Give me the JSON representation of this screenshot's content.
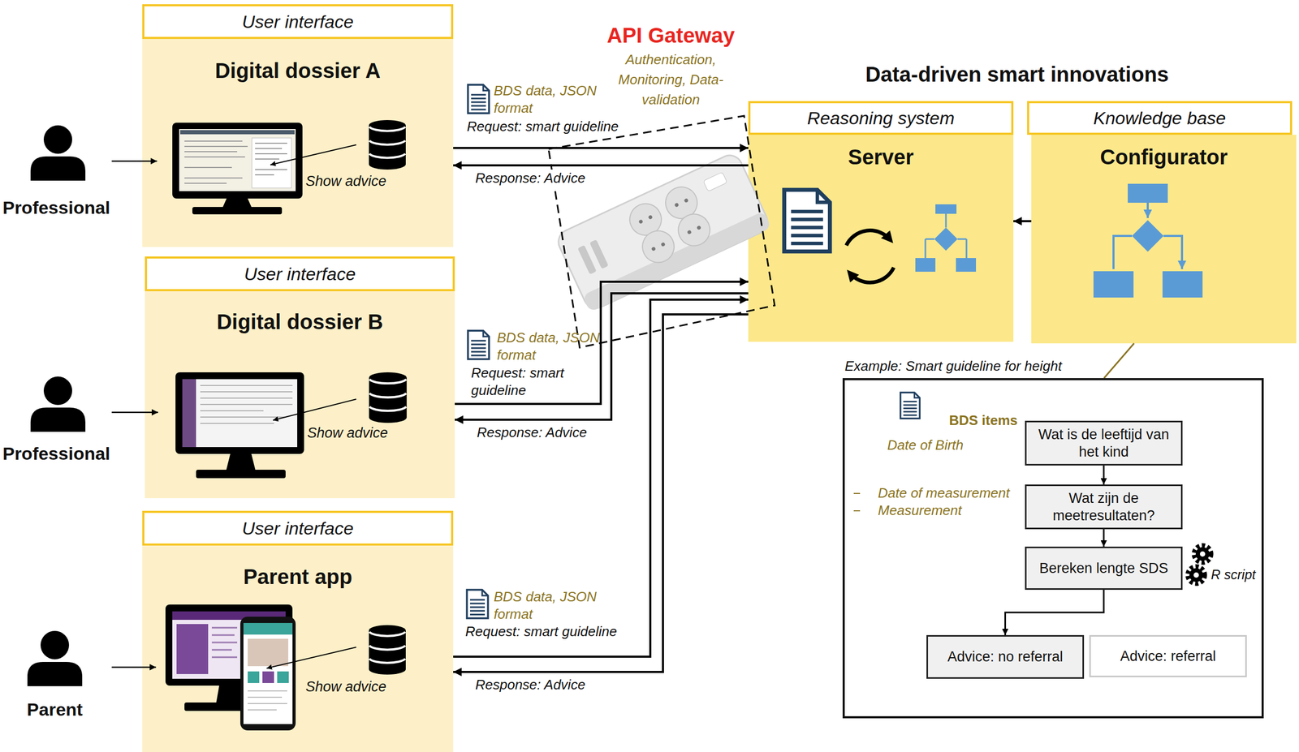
{
  "diagram": {
    "nodes": [
      {
        "text": [
          "User interface"
        ]
      },
      {
        "text": [
          "Digital dossier A"
        ]
      },
      {
        "text": [
          "User interface"
        ]
      },
      {
        "text": [
          "Digital dossier B"
        ]
      },
      {
        "text": [
          "User interface"
        ]
      },
      {
        "text": [
          "Parent app"
        ]
      },
      {
        "text": [
          "Reasoning system"
        ]
      },
      {
        "text": [
          "Server"
        ]
      },
      {
        "text": [
          "Knowledge base"
        ]
      },
      {
        "text": [
          "Configurator"
        ]
      },
      {
        "text": [
          "Example: Smart guideline for height"
        ]
      },
      {
        "text": [
          "Wat is de leeftijd van het kind"
        ],
        "in": 10
      },
      {
        "text": [
          "Wat zijn de meetresultaten?"
        ],
        "in": 10
      },
      {
        "text": [
          "Bereken lengte SDS"
        ],
        "in": 10
      },
      {
        "text": [
          "Advice: no referral"
        ],
        "in": 10
      },
      {
        "text": [
          "Advice: referral"
        ],
        "in": 10
      }
    ],
    "edges": [
      {
        "from": 1,
        "to": 7,
        "arrow": "to",
        "label": "Request: smart guideline"
      },
      {
        "from": 7,
        "to": 1,
        "arrow": "to",
        "label": "Response: Advice"
      },
      {
        "from": 3,
        "to": 7,
        "arrow": "to",
        "label": "Request: smart guideline"
      },
      {
        "from": 7,
        "to": 3,
        "arrow": "to",
        "label": "Response: Advice"
      },
      {
        "from": 5,
        "to": 7,
        "arrow": "to",
        "label": "Request: smart guideline"
      },
      {
        "from": 7,
        "to": 5,
        "arrow": "to",
        "label": "Response: Advice"
      },
      {
        "from": 9,
        "to": 7,
        "arrow": "to"
      },
      {
        "from": 9,
        "to": 10,
        "arrow": "none"
      },
      {
        "from": 11,
        "to": 12,
        "arrow": "to"
      },
      {
        "from": 12,
        "to": 13,
        "arrow": "to"
      },
      {
        "from": 13,
        "to": 14,
        "arrow": "to"
      }
    ],
    "labels": [
      "Professional",
      "Show advice",
      "Professional",
      "Show advice",
      "Parent",
      "Show advice",
      "BDS data, JSON format",
      "BDS data, JSON format",
      "BDS data, JSON format",
      "API Gateway",
      "Authentication, Monitoring, Data-validation",
      "Data-driven smart innovations",
      "BDS items",
      "Date of Birth",
      "Date of measurement",
      "Measurement",
      "R script"
    ]
  }
}
